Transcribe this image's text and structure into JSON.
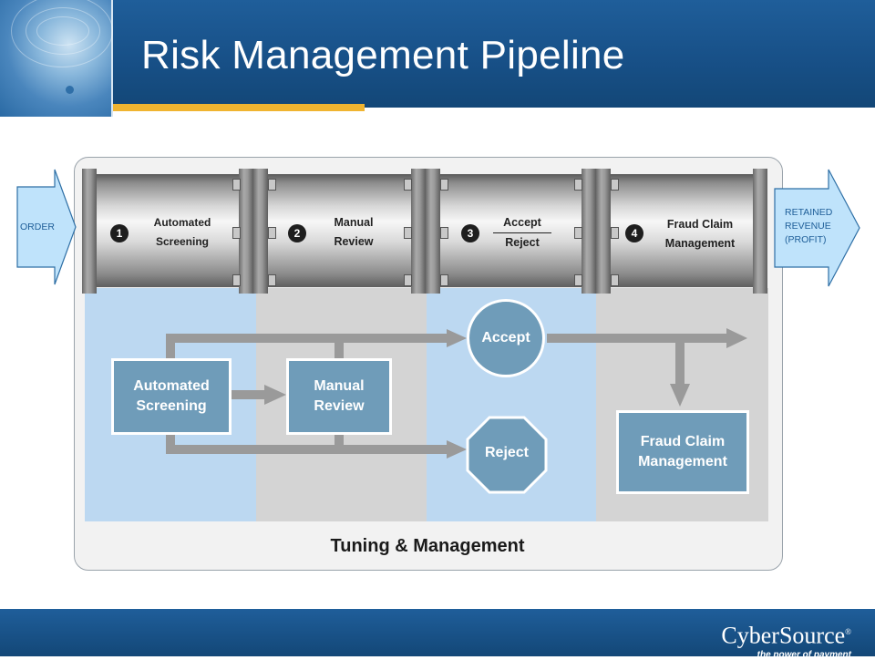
{
  "header": {
    "title": "Risk Management Pipeline"
  },
  "pipeline": {
    "input_label": "ORDER",
    "output_label_lines": [
      "RETAINED",
      "REVENUE",
      "(PROFIT)"
    ],
    "stages": [
      {
        "number": "1",
        "lines": [
          "Automated",
          "Screening"
        ]
      },
      {
        "number": "2",
        "lines": [
          "Manual",
          "Review"
        ]
      },
      {
        "number": "3",
        "lines": [
          "Accept",
          "Reject"
        ]
      },
      {
        "number": "4",
        "lines": [
          "Fraud Claim",
          "Management"
        ]
      }
    ]
  },
  "flow": {
    "automated_lines": [
      "Automated",
      "Screening"
    ],
    "manual_lines": [
      "Manual",
      "Review"
    ],
    "accept": "Accept",
    "reject": "Reject",
    "fraud_lines": [
      "Fraud Claim",
      "Management"
    ]
  },
  "panel": {
    "footer_label": "Tuning & Management"
  },
  "footer": {
    "brand": "CyberSource",
    "brand_mark": "®",
    "tagline": "the power of payment"
  },
  "colors": {
    "header_blue": "#1a5590",
    "accent": "#f0b430",
    "lane_blue": "#bcd8f1",
    "lane_gray": "#d4d4d4",
    "box": "#6f9cb9",
    "arrow_gray": "#9a9a9a"
  }
}
